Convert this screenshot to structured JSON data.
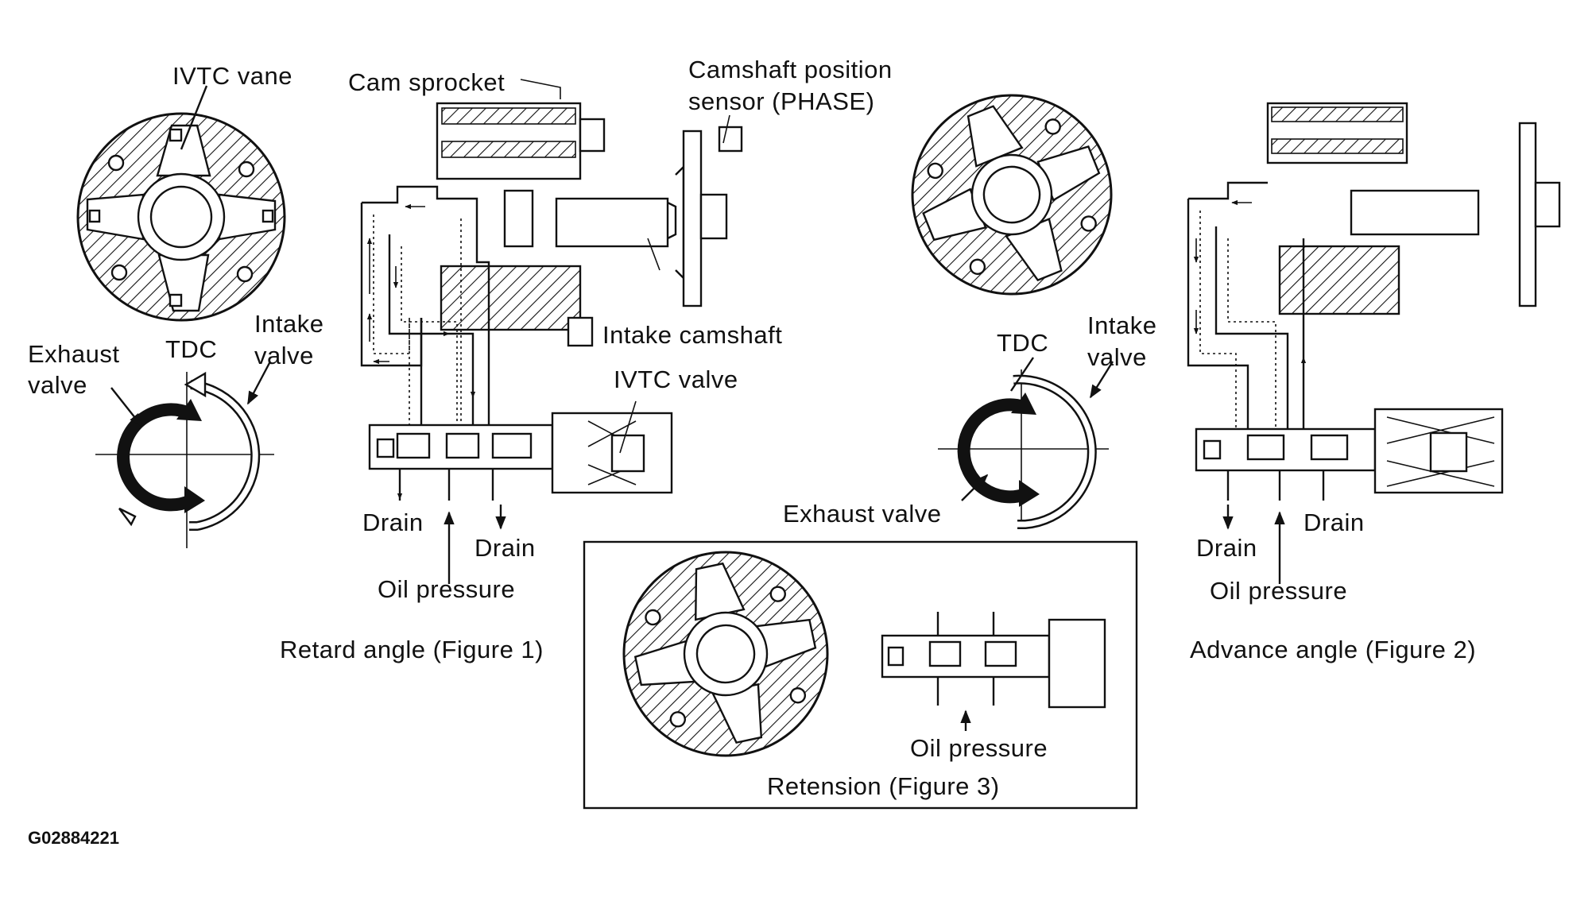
{
  "figure_id": "G02884221",
  "figure1": {
    "caption": "Retard angle (Figure 1)",
    "labels": {
      "ivtc_vane": "IVTC vane",
      "cam_sprocket": "Cam sprocket",
      "camshaft_sensor_line1": "Camshaft position",
      "camshaft_sensor_line2": "sensor (PHASE)",
      "intake_camshaft": "Intake camshaft",
      "ivtc_valve": "IVTC valve",
      "exhaust_valve_line1": "Exhaust",
      "exhaust_valve_line2": "valve",
      "tdc": "TDC",
      "intake_valve_line1": "Intake",
      "intake_valve_line2": "valve",
      "drain_left": "Drain",
      "drain_right": "Drain",
      "oil_pressure": "Oil pressure"
    }
  },
  "figure2": {
    "caption": "Advance angle (Figure 2)",
    "labels": {
      "tdc": "TDC",
      "intake_valve_line1": "Intake",
      "intake_valve_line2": "valve",
      "exhaust_valve": "Exhaust valve",
      "drain_left": "Drain",
      "drain_right": "Drain",
      "oil_pressure": "Oil pressure"
    }
  },
  "figure3": {
    "caption": "Retension (Figure 3)",
    "labels": {
      "oil_pressure": "Oil pressure"
    }
  }
}
